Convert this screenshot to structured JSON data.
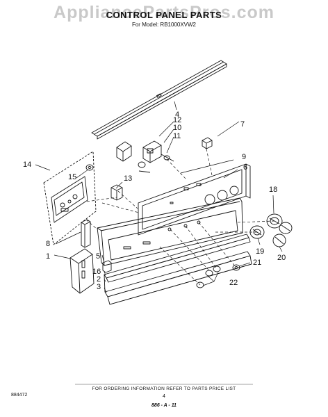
{
  "watermark": "AppliancePartsPros.com",
  "header": {
    "title": "CONTROL PANEL PARTS",
    "subtitle": "For Model: RB1000XVW2"
  },
  "callouts": [
    {
      "id": "c1",
      "label": "1"
    },
    {
      "id": "c2",
      "label": "2"
    },
    {
      "id": "c3",
      "label": "3"
    },
    {
      "id": "c4",
      "label": "4"
    },
    {
      "id": "c5",
      "label": "5"
    },
    {
      "id": "c6",
      "label": "6"
    },
    {
      "id": "c7",
      "label": "7"
    },
    {
      "id": "c8",
      "label": "8"
    },
    {
      "id": "c9",
      "label": "9"
    },
    {
      "id": "c10",
      "label": "10"
    },
    {
      "id": "c11",
      "label": "11"
    },
    {
      "id": "c12",
      "label": "12"
    },
    {
      "id": "c13",
      "label": "13"
    },
    {
      "id": "c14",
      "label": "14"
    },
    {
      "id": "c15",
      "label": "15"
    },
    {
      "id": "c16",
      "label": "16"
    },
    {
      "id": "c18",
      "label": "18"
    },
    {
      "id": "c19",
      "label": "19"
    },
    {
      "id": "c20",
      "label": "20"
    },
    {
      "id": "c21",
      "label": "21"
    },
    {
      "id": "c22",
      "label": "22"
    }
  ],
  "footer": {
    "order_info": "FOR ORDERING INFORMATION REFER TO PARTS PRICE LIST",
    "code": "884472",
    "page": "4",
    "ref": "886 - A - 11"
  }
}
